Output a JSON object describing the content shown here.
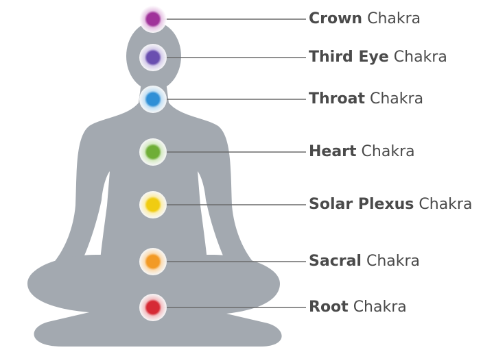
{
  "chakras": [
    {
      "id": "crown",
      "name": "Crown",
      "suffix": "Chakra",
      "color": "#a0339a"
    },
    {
      "id": "third-eye",
      "name": "Third Eye",
      "suffix": "Chakra",
      "color": "#6a4fb0"
    },
    {
      "id": "throat",
      "name": "Throat",
      "suffix": "Chakra",
      "color": "#2f8fd6"
    },
    {
      "id": "heart",
      "name": "Heart",
      "suffix": "Chakra",
      "color": "#6fae37"
    },
    {
      "id": "solar-plexus",
      "name": "Solar Plexus",
      "suffix": "Chakra",
      "color": "#f0cc11"
    },
    {
      "id": "sacral",
      "name": "Sacral",
      "suffix": "Chakra",
      "color": "#f29a25"
    },
    {
      "id": "root",
      "name": "Root",
      "suffix": "Chakra",
      "color": "#d62a35"
    }
  ],
  "colors": {
    "body": "#a3a9b0",
    "line": "#6a6a6a",
    "text": "#4a4a4a"
  }
}
